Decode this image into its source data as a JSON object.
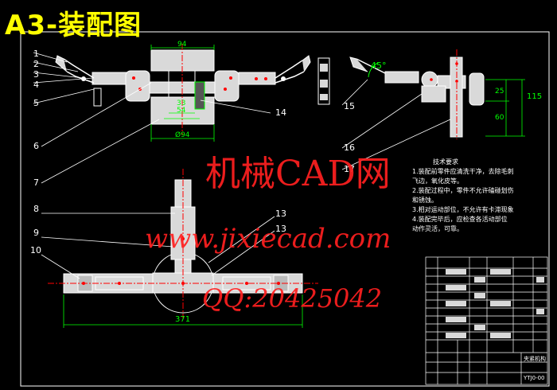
{
  "title": "A3-装配图",
  "watermark": {
    "line1": "机械CAD网",
    "line2": "www.jixiecad.com",
    "line3": "QQ:20425042"
  },
  "callouts": {
    "n1": "1",
    "n2": "2",
    "n3": "3",
    "n4": "4",
    "n5": "5",
    "n6": "6",
    "n7": "7",
    "n8": "8",
    "n9": "9",
    "n10": "10",
    "n13": "13",
    "n14": "14",
    "n15": "15",
    "n16": "16",
    "n17": "17"
  },
  "dimensions": {
    "top_width": "94",
    "center_a": "33",
    "center_b": "54",
    "bottom_dia": "Ø94",
    "angle": "45°",
    "height_total": "115",
    "height_upper": "25",
    "height_lower": "60",
    "overall_length": "371"
  },
  "notes": {
    "heading": "技术要求",
    "lines": [
      "1.装配前零件应清洗干净，去除毛刺",
      "飞边，氧化皮等。",
      "2.装配过程中，零件不允许磕碰划伤",
      "和锈蚀。",
      "3.相对运动部位，不允许有卡滞现象",
      "4.装配完毕后，应检查各活动部位",
      "动作灵活，可靠。"
    ]
  },
  "title_block": {
    "name": "夹紧机构",
    "code": "YTJ0-00"
  },
  "colors": {
    "background": "#000000",
    "title": "#ffff00",
    "outline": "#ffffff",
    "part_fill": "#d9d9d9",
    "center_line": "#ff0000",
    "dimension": "#00ff00",
    "watermark": "#ff2020"
  }
}
